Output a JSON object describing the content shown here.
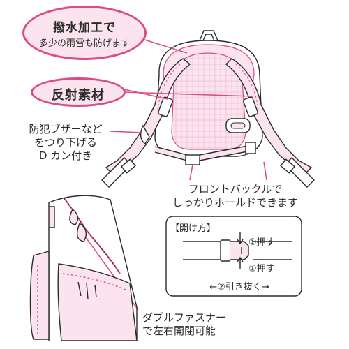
{
  "callouts": {
    "water_repellent": {
      "title": "撥水加工で",
      "subtitle": "多少の雨雪も防げます"
    },
    "reflective": {
      "title": "反射素材"
    },
    "d_ring": {
      "line1": "防犯ブザーなど",
      "line2": "をつり下げる",
      "line3": "D カン付き"
    },
    "buckle": {
      "line1": "フロントバックルで",
      "line2": "しっかりホールドできます"
    },
    "zipper": {
      "line1": "ダブルファスナー",
      "line2": "で左右開閉可能"
    }
  },
  "howto": {
    "title": "【開け方】",
    "step1": "①押す",
    "step1b": "①押す",
    "step2": "←②引き抜く→"
  },
  "colors": {
    "accent": "#d94d86",
    "fill": "#fbe4ee",
    "line": "#2b2b2b"
  }
}
